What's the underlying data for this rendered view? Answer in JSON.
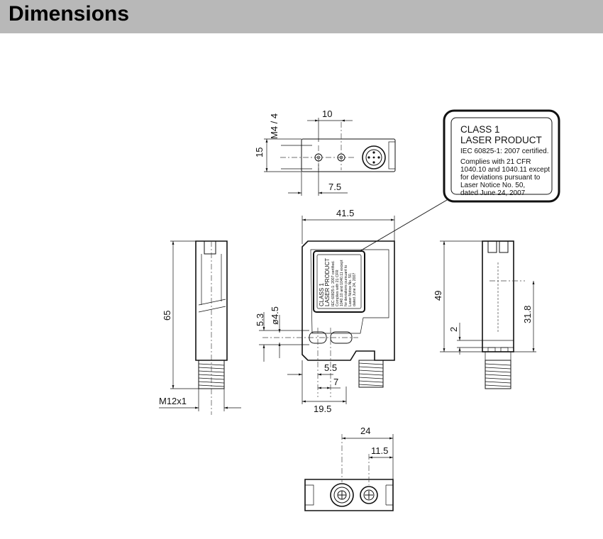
{
  "header": {
    "title": "Dimensions"
  },
  "dimensions": {
    "top_m4": "M4 / 4",
    "top_10": "10",
    "top_15": "15",
    "top_7_5": "7.5",
    "front_41_5": "41.5",
    "front_5_3": "5.3",
    "front_dia_4_5": "ø4.5",
    "front_5_5": "5.5",
    "front_7": "7",
    "front_19_5": "19.5",
    "left_65": "65",
    "left_m12": "M12x1",
    "right_49": "49",
    "right_2": "2",
    "right_31_8": "31.8",
    "bottom_24": "24",
    "bottom_11_5": "11.5"
  },
  "laser_label": {
    "line1": "CLASS 1",
    "line2": "LASER PRODUCT",
    "line3": "IEC 60825-1: 2007 certified.",
    "line4": "Complies with 21 CFR",
    "line5": "1040.10 and 1040.11 except",
    "line6": "for deviations pursuant to",
    "line7": "Laser Notice No. 50,",
    "line8": "dated June 24, 2007"
  }
}
